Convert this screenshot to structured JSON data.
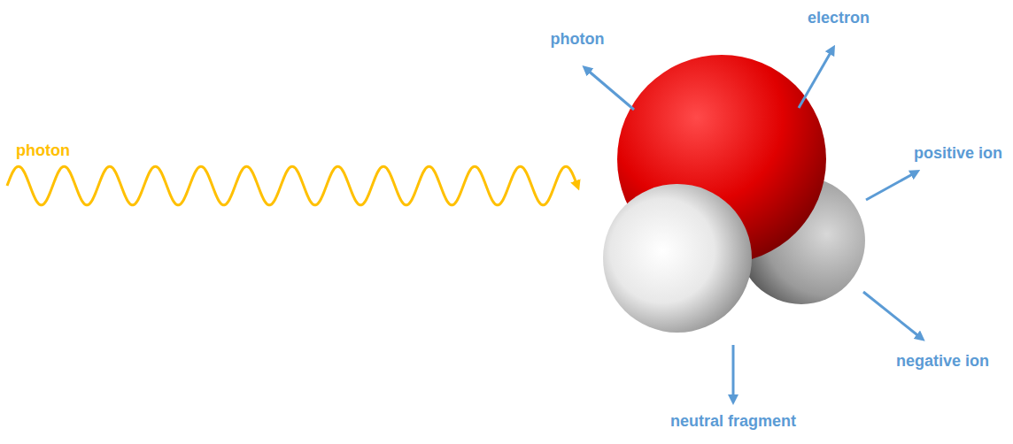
{
  "diagram": {
    "labels": [
      "photon",
      "photon",
      "electron",
      "positive ion",
      "negative ion",
      "neutral fragment"
    ]
  }
}
